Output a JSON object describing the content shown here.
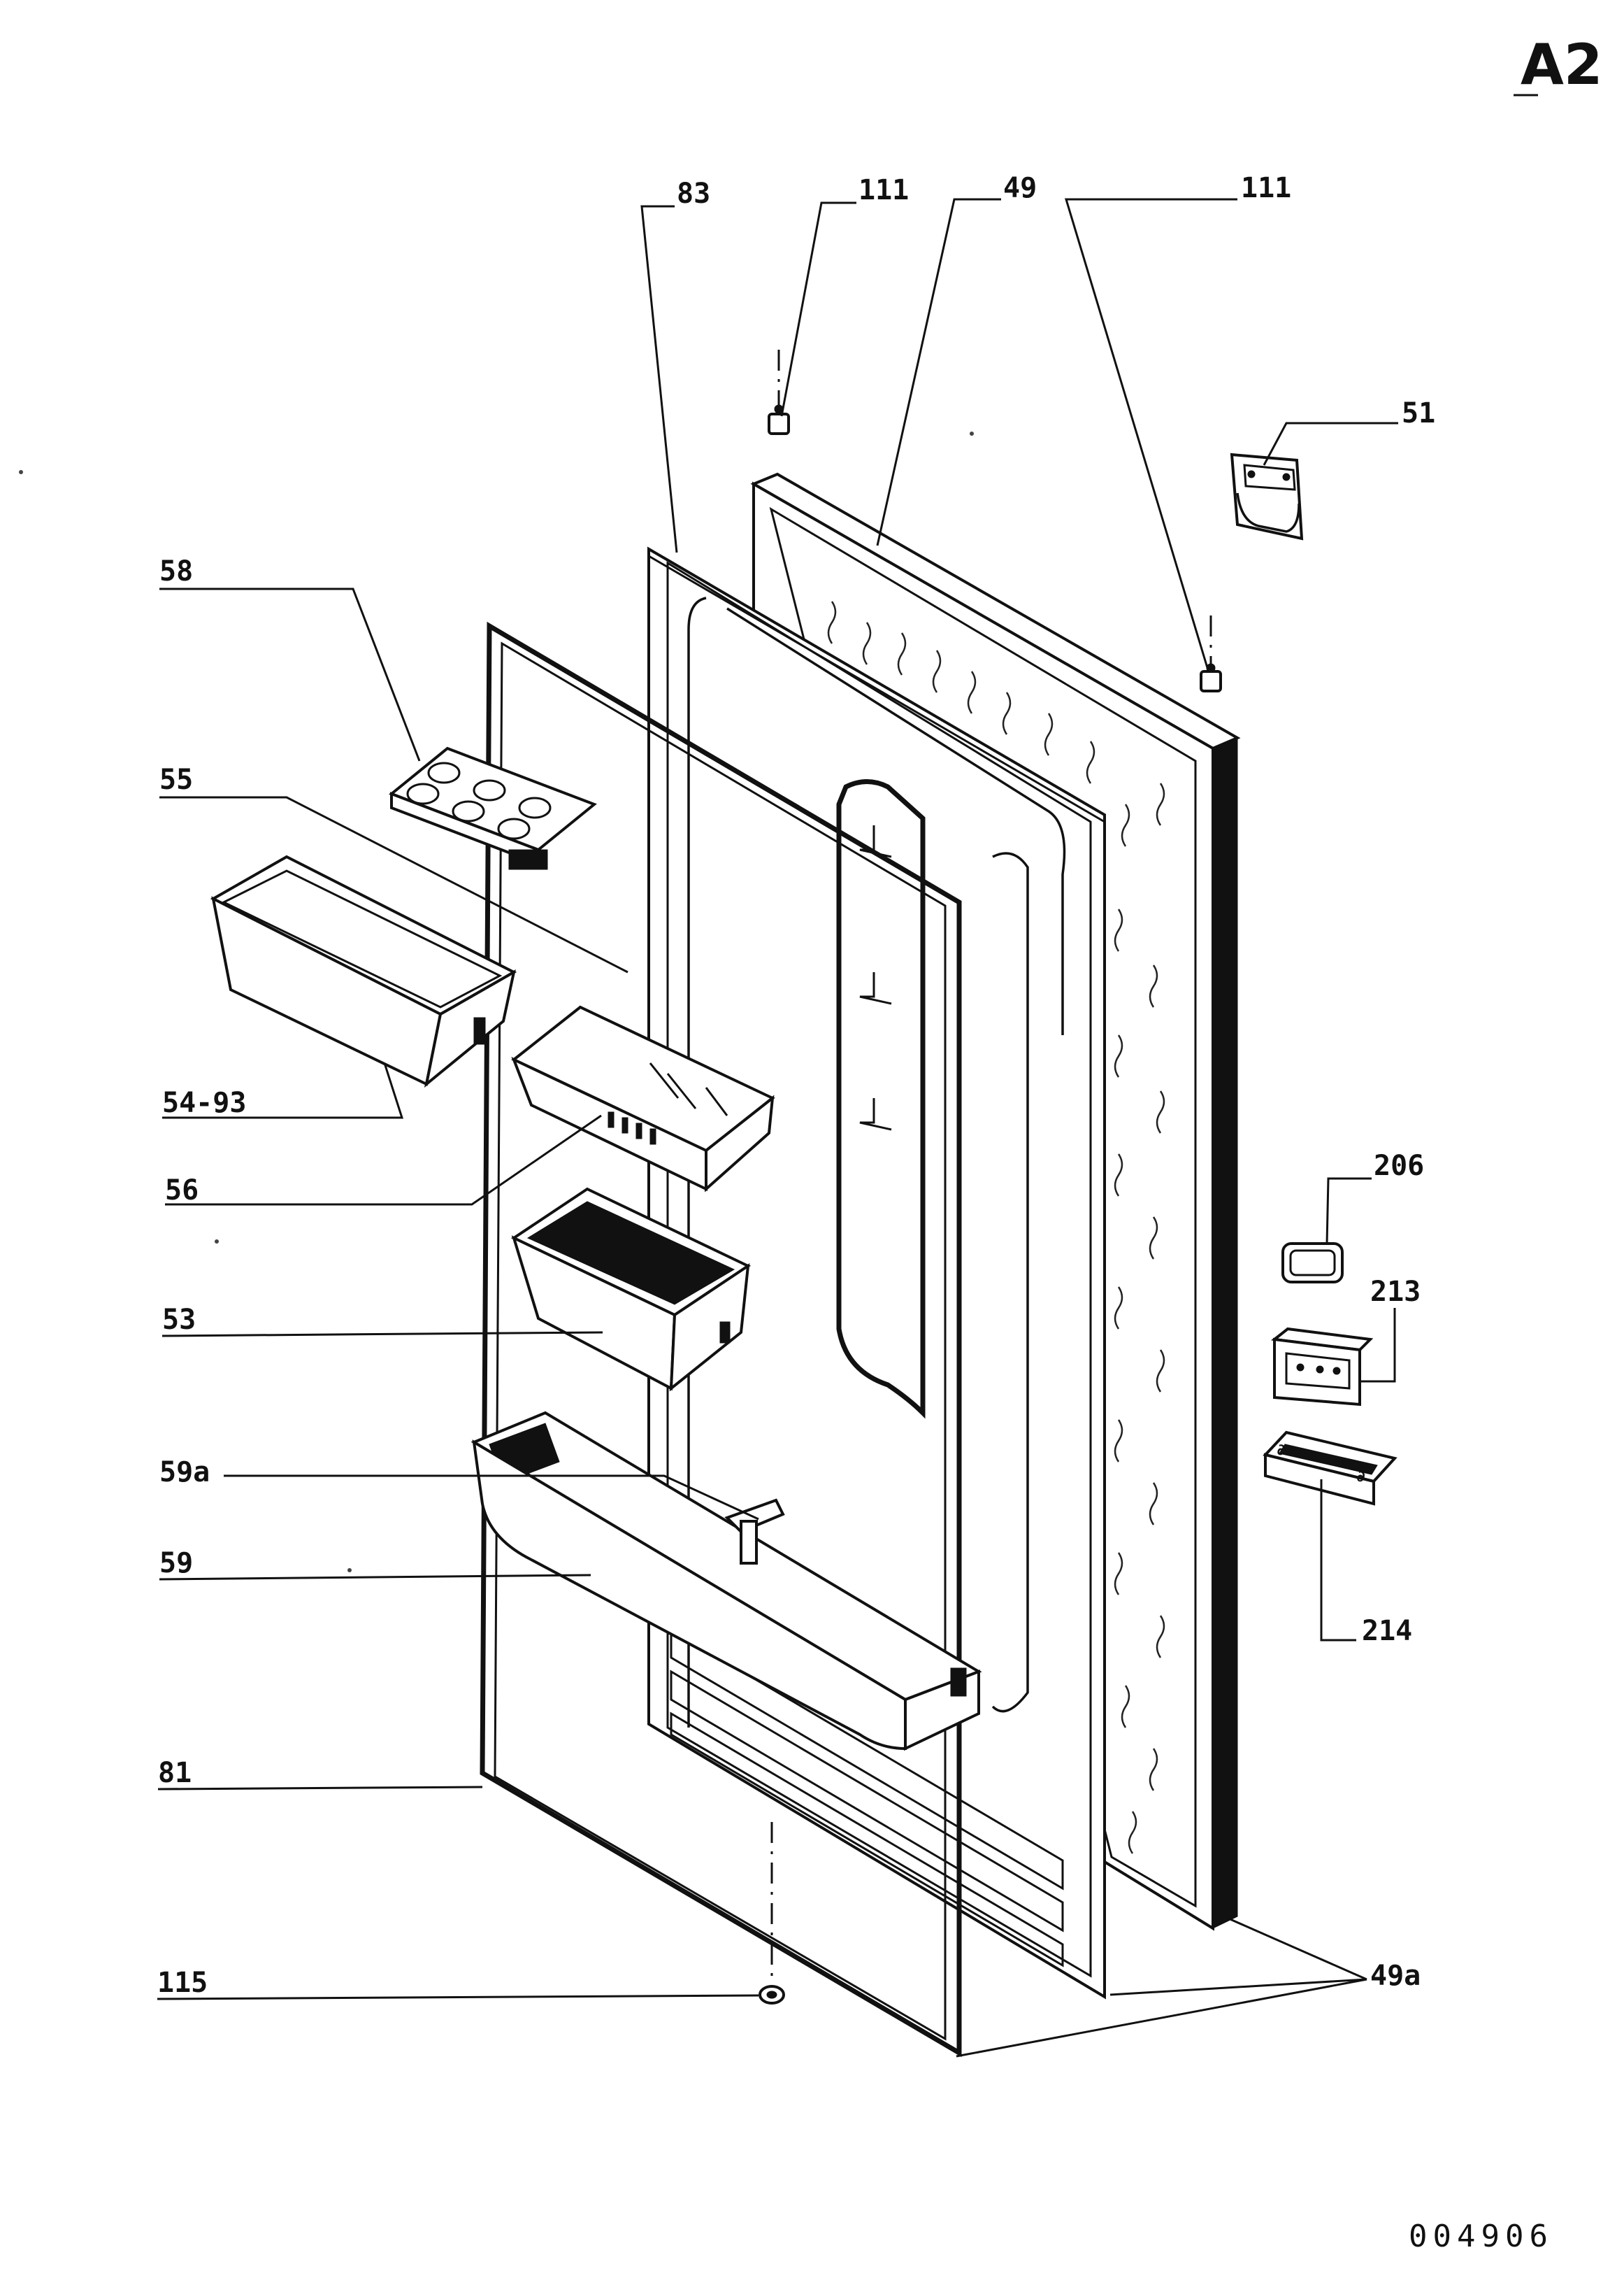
{
  "sheet_id": "A2",
  "document_number": "004906",
  "labels": {
    "l83": "83",
    "l111_left": "111",
    "l49": "49",
    "l111_right": "111",
    "l51": "51",
    "l58": "58",
    "l55": "55",
    "l54_93": "54-93",
    "l56": "56",
    "l53": "53",
    "l59a": "59a",
    "l59": "59",
    "l81": "81",
    "l115": "115",
    "l206": "206",
    "l213": "213",
    "l214": "214",
    "l49a": "49a"
  }
}
